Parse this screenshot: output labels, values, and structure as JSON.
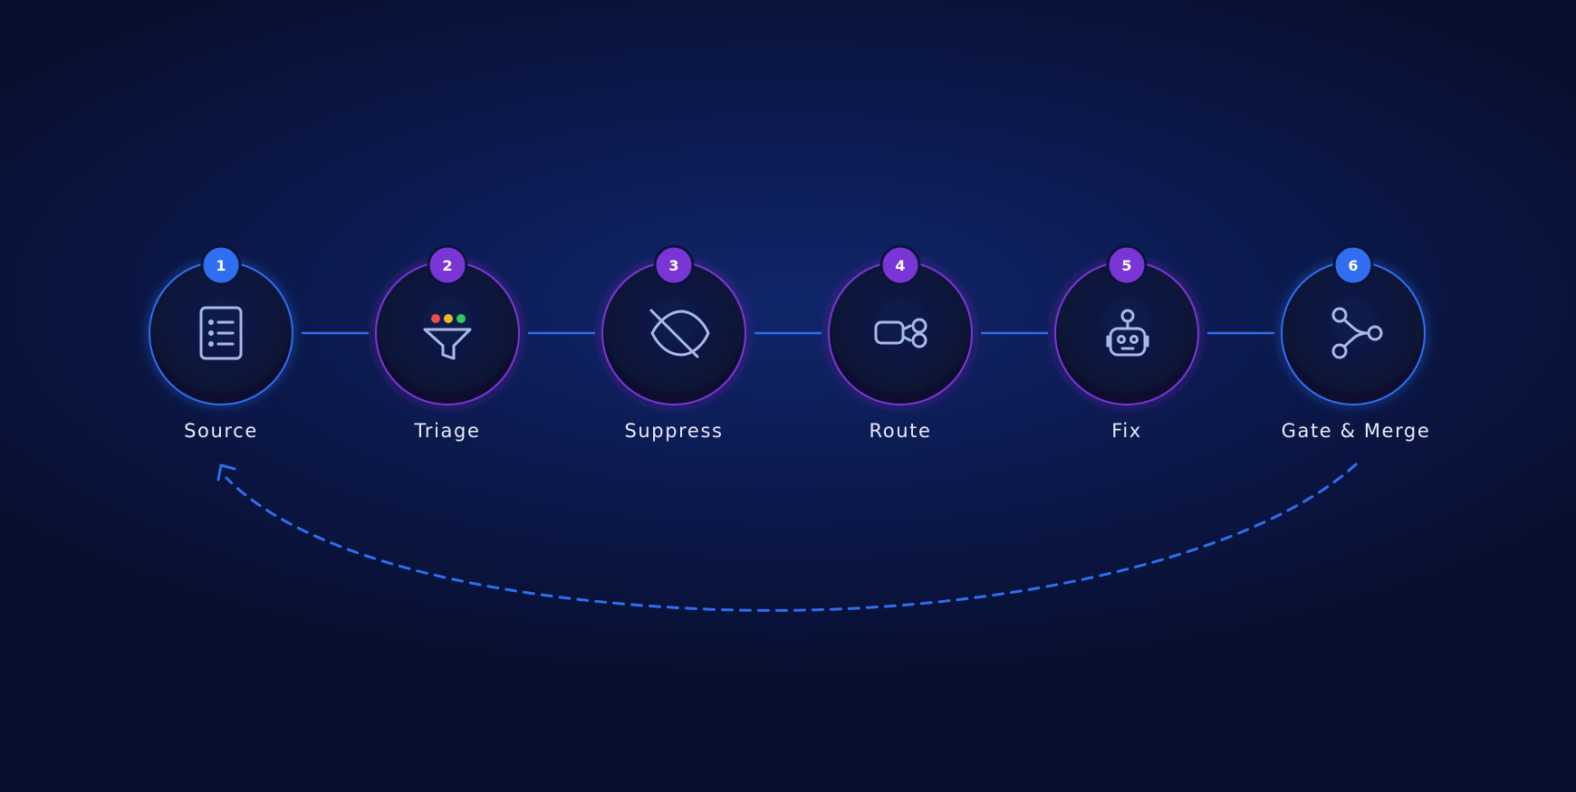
{
  "diagram": {
    "type": "pipeline",
    "colors": {
      "background": "#0a1542",
      "connector": "#2f6ef0",
      "blue_accent": "#2f6ef0",
      "purple_accent": "#7a35d6",
      "icon": "#a9b9ea",
      "label": "#e8ecf7"
    },
    "steps": [
      {
        "number": "1",
        "label": "Source",
        "icon": "document-list-icon",
        "accent": "blue"
      },
      {
        "number": "2",
        "label": "Triage",
        "icon": "funnel-icon",
        "accent": "purple"
      },
      {
        "number": "3",
        "label": "Suppress",
        "icon": "eye-off-icon",
        "accent": "purple"
      },
      {
        "number": "4",
        "label": "Route",
        "icon": "route-branch-icon",
        "accent": "purple"
      },
      {
        "number": "5",
        "label": "Fix",
        "icon": "robot-icon",
        "accent": "purple"
      },
      {
        "number": "6",
        "label": "Gate & Merge",
        "icon": "git-merge-icon",
        "accent": "blue"
      }
    ],
    "feedback_loop": {
      "from": "6",
      "to": "1",
      "style": "dashed"
    }
  }
}
